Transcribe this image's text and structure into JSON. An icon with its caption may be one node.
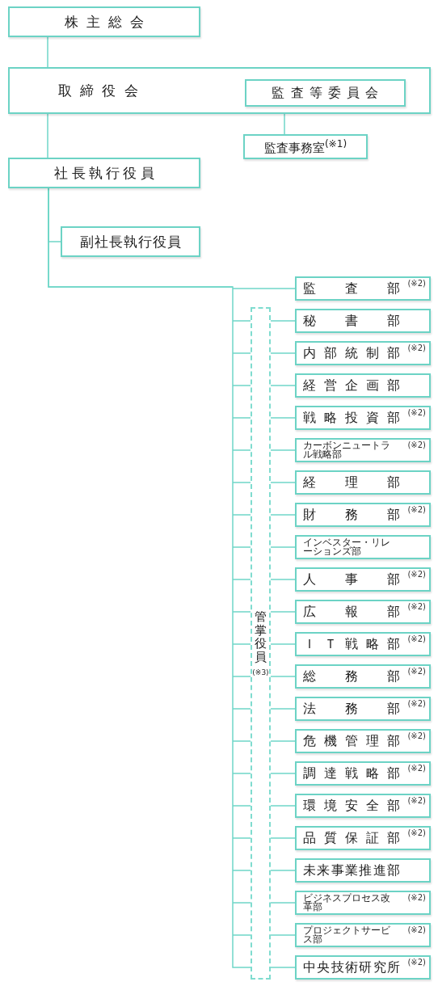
{
  "diagram": {
    "nodes": [
      {
        "text": [
          "株主総会"
        ]
      },
      {
        "text": [
          "取締役会"
        ]
      },
      {
        "text": [
          "監査等委員会"
        ],
        "in": 1
      },
      {
        "text": [
          "監査事務室$^{(※1)}$"
        ]
      },
      {
        "text": [
          "社長執行役員"
        ]
      },
      {
        "text": [
          "副社長執行役員"
        ]
      },
      {
        "text": [
          "監査部",
          "(※2)"
        ]
      },
      {
        "text": [
          "管掌役員",
          "(※3)"
        ]
      },
      {
        "text": [
          "秘書部"
        ]
      },
      {
        "text": [
          "内部統制部",
          "(※2)"
        ]
      },
      {
        "text": [
          "経営企画部"
        ]
      },
      {
        "text": [
          "戦略投資部",
          "(※2)"
        ]
      },
      {
        "text": [
          "カーボンニュートラル戦略部",
          "(※2)"
        ]
      },
      {
        "text": [
          "経理部"
        ]
      },
      {
        "text": [
          "財務部",
          "(※2)"
        ]
      },
      {
        "text": [
          "インベスター・リレーションズ部"
        ]
      },
      {
        "text": [
          "人事部",
          "(※2)"
        ]
      },
      {
        "text": [
          "広報部",
          "(※2)"
        ]
      },
      {
        "text": [
          "ＩＴ戦略部",
          "(※2)"
        ]
      },
      {
        "text": [
          "総務部",
          "(※2)"
        ]
      },
      {
        "text": [
          "法務部",
          "(※2)"
        ]
      },
      {
        "text": [
          "危機管理部",
          "(※2)"
        ]
      },
      {
        "text": [
          "調達戦略部",
          "(※2)"
        ]
      },
      {
        "text": [
          "環境安全部",
          "(※2)"
        ]
      },
      {
        "text": [
          "品質保証部",
          "(※2)"
        ]
      },
      {
        "text": [
          "未来事業推進部"
        ]
      },
      {
        "text": [
          "ビジネスプロセス改革部",
          "(※2)"
        ]
      },
      {
        "text": [
          "プロジェクトサービス部",
          "(※2)"
        ]
      },
      {
        "text": [
          "中央技術研究所",
          "(※2)"
        ]
      }
    ],
    "edges": [
      {
        "from": 0,
        "to": 1,
        "arrow": "none"
      },
      {
        "from": 1,
        "to": 4,
        "arrow": "none"
      },
      {
        "from": 2,
        "to": 3,
        "arrow": "none"
      },
      {
        "from": 4,
        "to": 5,
        "arrow": "none"
      },
      {
        "from": 4,
        "to": 6,
        "arrow": "none"
      },
      {
        "from": 4,
        "to": 7,
        "arrow": "none"
      },
      {
        "from": 7,
        "to": 8,
        "arrow": "none"
      },
      {
        "from": 7,
        "to": 9,
        "arrow": "none"
      },
      {
        "from": 7,
        "to": 10,
        "arrow": "none"
      },
      {
        "from": 7,
        "to": 11,
        "arrow": "none"
      },
      {
        "from": 7,
        "to": 12,
        "arrow": "none"
      },
      {
        "from": 7,
        "to": 13,
        "arrow": "none"
      },
      {
        "from": 7,
        "to": 14,
        "arrow": "none"
      },
      {
        "from": 7,
        "to": 15,
        "arrow": "none"
      },
      {
        "from": 7,
        "to": 16,
        "arrow": "none"
      },
      {
        "from": 7,
        "to": 17,
        "arrow": "none"
      },
      {
        "from": 7,
        "to": 18,
        "arrow": "none"
      },
      {
        "from": 7,
        "to": 19,
        "arrow": "none"
      },
      {
        "from": 7,
        "to": 20,
        "arrow": "none"
      },
      {
        "from": 7,
        "to": 21,
        "arrow": "none"
      },
      {
        "from": 7,
        "to": 22,
        "arrow": "none"
      },
      {
        "from": 7,
        "to": 23,
        "arrow": "none"
      },
      {
        "from": 7,
        "to": 24,
        "arrow": "none"
      },
      {
        "from": 7,
        "to": 25,
        "arrow": "none"
      },
      {
        "from": 7,
        "to": 26,
        "arrow": "none"
      },
      {
        "from": 7,
        "to": 27,
        "arrow": "none"
      },
      {
        "from": 7,
        "to": 28,
        "arrow": "none"
      }
    ]
  }
}
